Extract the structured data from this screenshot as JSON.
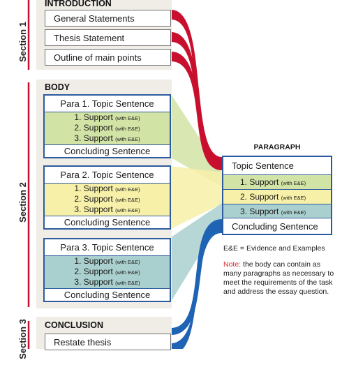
{
  "colors": {
    "red_flow": "#c8102e",
    "blue_flow": "#1e63b4",
    "para1_fill": "#d2e3a6",
    "para2_fill": "#f7f0a8",
    "para3_fill": "#a9d0ce",
    "panel_bg": "#f0ede7",
    "box_border": "#2d5c9e"
  },
  "sections": {
    "section1": "Section 1",
    "section2": "Section 2",
    "section3": "Section 3"
  },
  "introduction": {
    "title": "INTRODUCTION",
    "items": [
      "General Statements",
      "Thesis Statement",
      "Outline of main points"
    ]
  },
  "body": {
    "title": "BODY",
    "support_suffix": "(with E&E)",
    "paragraphs": [
      {
        "topic": "Para 1.  Topic Sentence",
        "supports": [
          "1. Support",
          "2. Support",
          "3. Support"
        ],
        "concluding": "Concluding Sentence"
      },
      {
        "topic": "Para 2.  Topic Sentence",
        "supports": [
          "1. Support",
          "2. Support",
          "3. Support"
        ],
        "concluding": "Concluding Sentence"
      },
      {
        "topic": "Para 3.  Topic Sentence",
        "supports": [
          "1. Support",
          "2. Support",
          "3. Support"
        ],
        "concluding": "Concluding Sentence"
      }
    ]
  },
  "paragraph": {
    "title": "PARAGRAPH",
    "topic": "Topic Sentence",
    "supports": [
      "1.  Support",
      "2.  Support",
      "3.  Support"
    ],
    "support_suffix": "(with E&E)",
    "concluding": "Concluding Sentence"
  },
  "legend": "E&E = Evidence and Examples",
  "note": {
    "label": "Note:",
    "text": " the body can contain as many paragraphs as necessary to meet the requirements of the task and address the essay question."
  },
  "conclusion": {
    "title": "CONCLUSION",
    "items": [
      "Restate thesis"
    ]
  }
}
